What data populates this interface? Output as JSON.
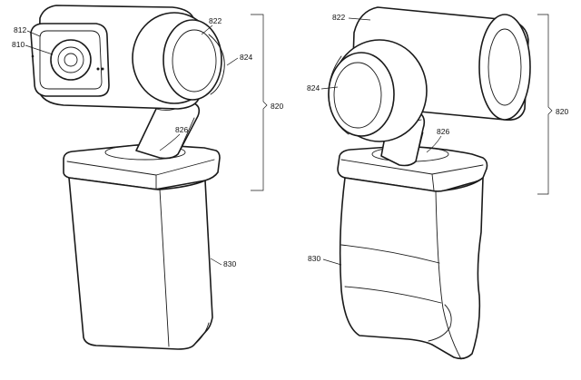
{
  "labels": {
    "left": {
      "l812": "812",
      "l810": "810",
      "l822": "822",
      "l824": "824",
      "l820": "820",
      "l826": "826",
      "l830": "830"
    },
    "right": {
      "l822": "822",
      "l824": "824",
      "l820": "820",
      "l826": "826",
      "l830": "830"
    }
  },
  "icons": [
    "camera-device-front-view-drawing",
    "camera-device-rear-view-drawing"
  ]
}
